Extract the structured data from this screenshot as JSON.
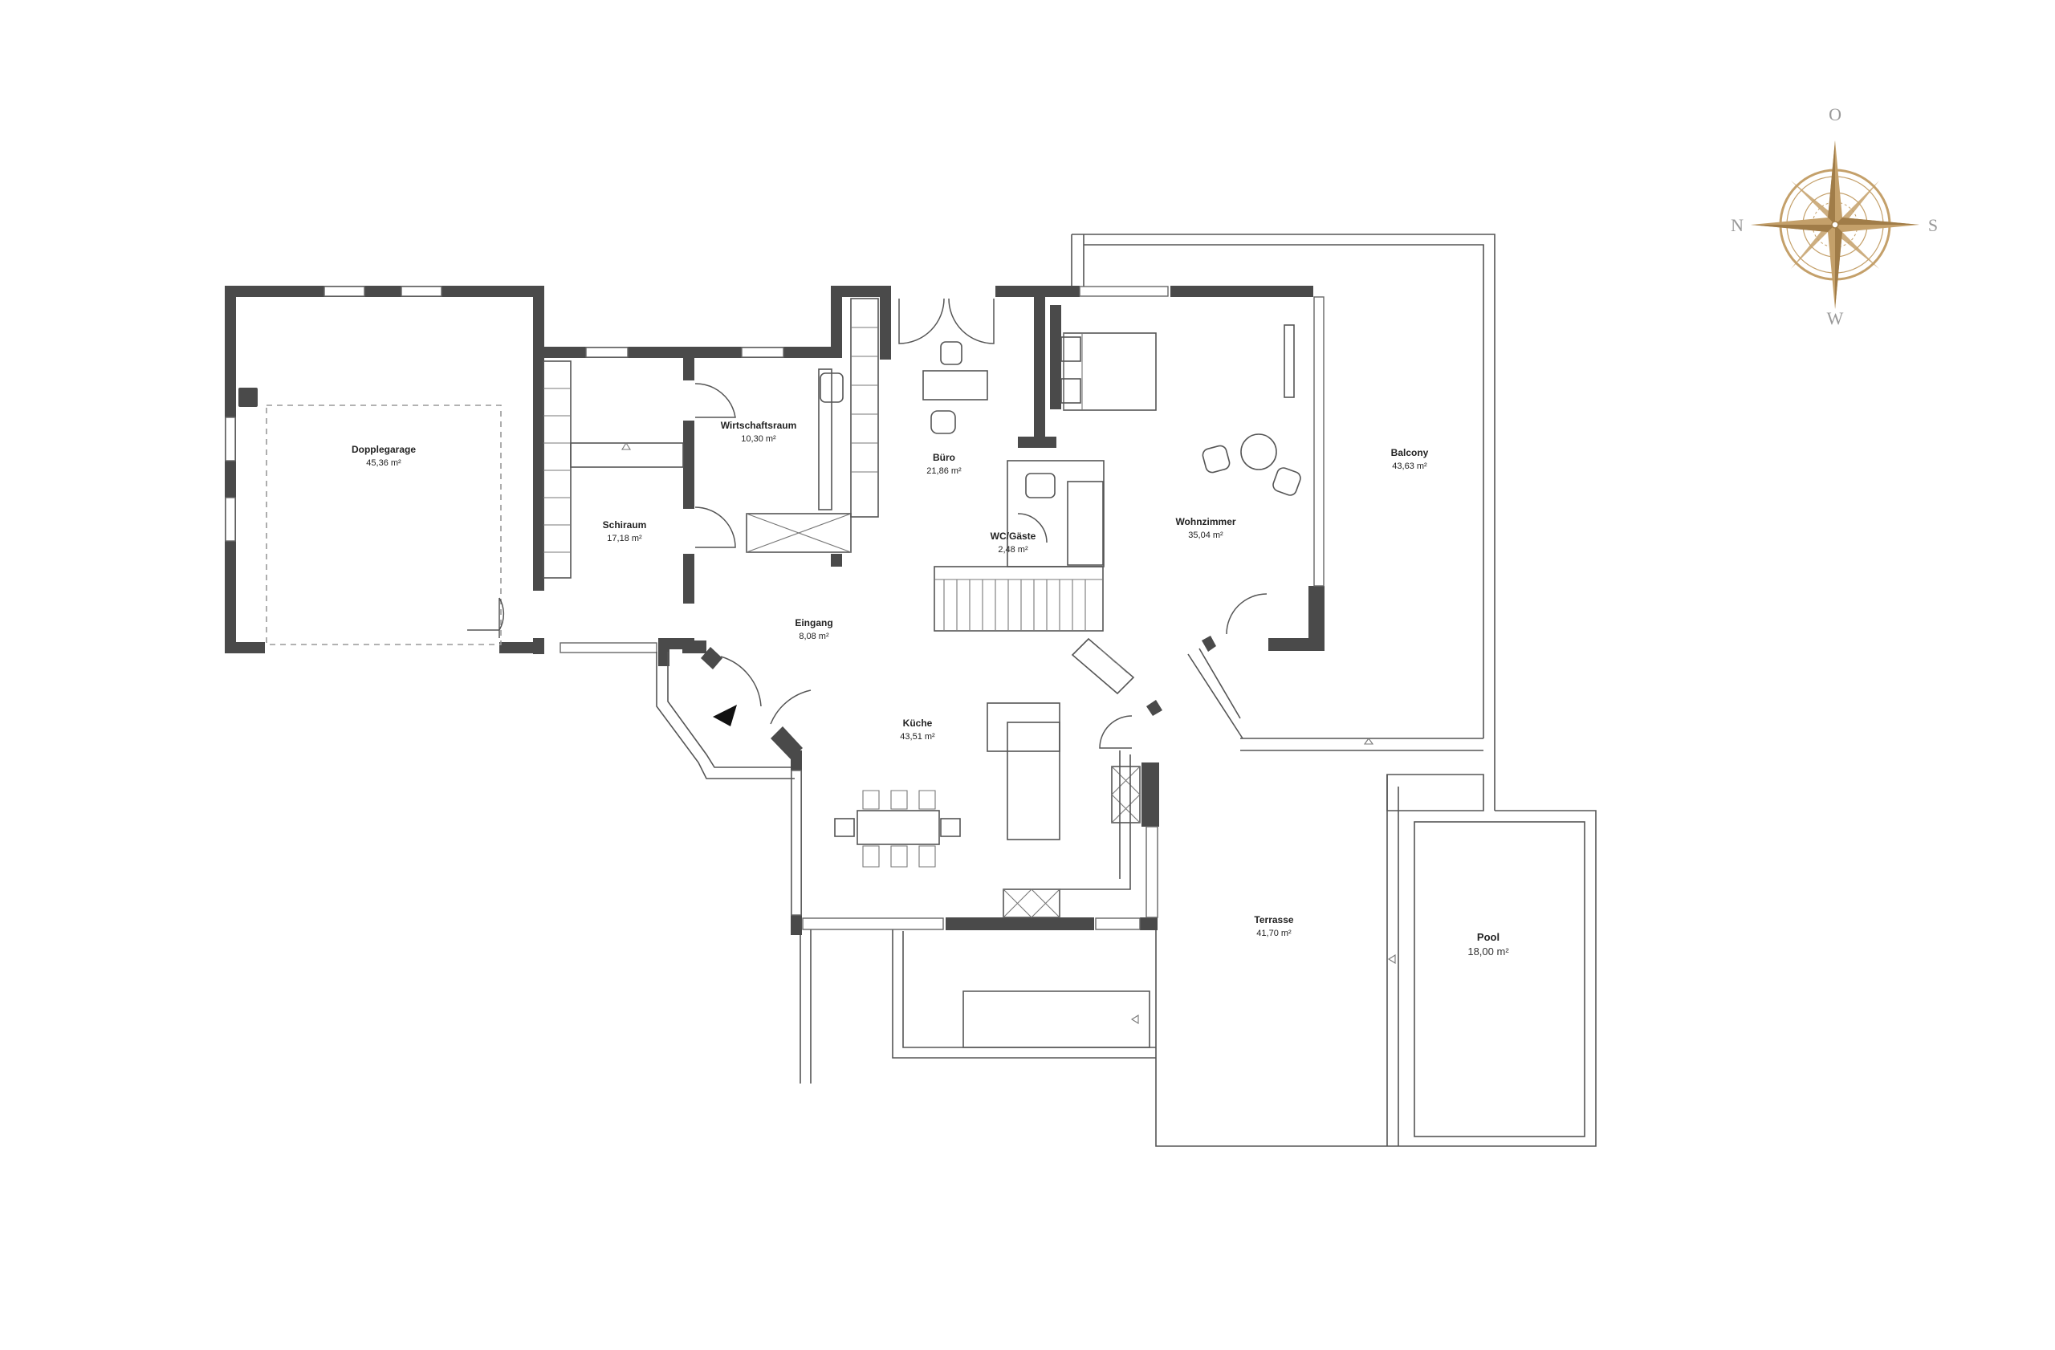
{
  "rooms": {
    "garage": {
      "name": "Dopplegarage",
      "area": "45,36 m²"
    },
    "schiraum": {
      "name": "Schiraum",
      "area": "17,18 m²"
    },
    "wirt": {
      "name": "Wirtschaftsraum",
      "area": "10,30 m²"
    },
    "buero": {
      "name": "Büro",
      "area": "21,86 m²"
    },
    "wc": {
      "name": "WC/Gäste",
      "area": "2,48 m²"
    },
    "wohn": {
      "name": "Wohnzimmer",
      "area": "35,04 m²"
    },
    "balcony": {
      "name": "Balcony",
      "area": "43,63 m²"
    },
    "eingang": {
      "name": "Eingang",
      "area": "8,08 m²"
    },
    "kueche": {
      "name": "Küche",
      "area": "43,51 m²"
    },
    "terrasse": {
      "name": "Terrasse",
      "area": "41,70 m²"
    },
    "pool": {
      "name": "Pool",
      "area": "18,00 m²"
    }
  },
  "compass": {
    "top": "O",
    "left": "N",
    "right": "S",
    "bottom": "W"
  },
  "colors": {
    "wall": "#4a4a4a",
    "compass": "#c4a06a"
  }
}
